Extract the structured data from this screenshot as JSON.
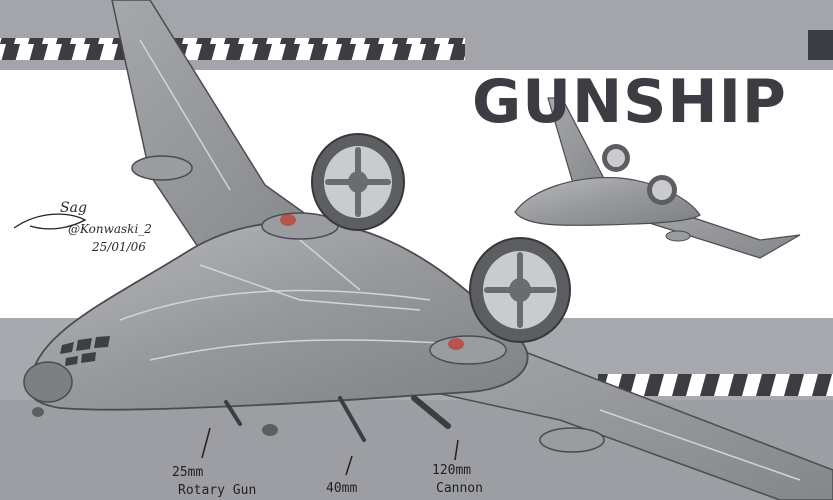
{
  "title": "GUNSHIP",
  "signature": {
    "name": "Sag",
    "handle": "@Konwaski_2",
    "date": "25/01/06"
  },
  "callouts": [
    {
      "line1": "25mm",
      "line2": "Rotary Gun"
    },
    {
      "line1": "40mm",
      "line2": ""
    },
    {
      "line1": "120mm",
      "line2": "Cannon"
    }
  ],
  "colors": {
    "band": "#a3a5aa",
    "stripe": "#3b3d42",
    "hull": "#8d8f93",
    "hull_light": "#b4b6b9",
    "title": "#3b3d42"
  }
}
